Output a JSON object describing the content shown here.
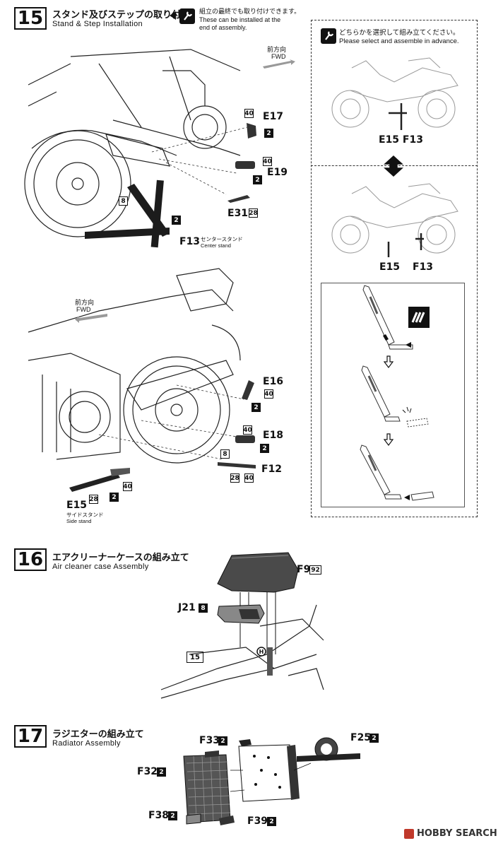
{
  "step15": {
    "number": "15",
    "title_jp": "スタンド及びステップの取り付け",
    "title_en": "Stand & Step Installation",
    "note_jp": "組立の最終でも取り付けできます。",
    "note_en_1": "These can be installed at the",
    "note_en_2": "end of assembly.",
    "fwd_jp": "前方向",
    "fwd_en": "FWD",
    "parts_top": [
      {
        "label": "E17",
        "color1": "40",
        "color2": "2"
      },
      {
        "label": "E19",
        "color1": "40",
        "color2": "2"
      },
      {
        "label": "E31",
        "color1": "28"
      },
      {
        "label": "F13",
        "color1": "8",
        "color2": "2",
        "desc_jp": "センタースタンド",
        "desc_en": "Center stand"
      }
    ],
    "parts_bottom": [
      {
        "label": "E16",
        "color1": "40",
        "color2": "2"
      },
      {
        "label": "E18",
        "color1": "40",
        "color2": "2"
      },
      {
        "label": "F12",
        "color1": "8",
        "color2": "28",
        "color3": "40"
      },
      {
        "label": "E15",
        "color1": "28",
        "color2": "2",
        "color3": "40",
        "desc_jp": "サイドスタンド",
        "desc_en": "Side stand"
      }
    ],
    "choice": {
      "note_jp": "どちらかを選択して組み立てください。",
      "note_en": "Please select and assemble in advance.",
      "option1": "E15  F13",
      "option2_a": "E15",
      "option2_b": "F13"
    }
  },
  "step16": {
    "number": "16",
    "title_jp": "エアクリーナーケースの組み立て",
    "title_en": "Air cleaner case Assembly",
    "part_f9": "F9",
    "part_f9_color": "92",
    "part_j21": "J21",
    "part_j21_color": "8",
    "ref_step": "15",
    "marker": "H"
  },
  "step17": {
    "number": "17",
    "title_jp": "ラジエターの組み立て",
    "title_en": "Radiator Assembly",
    "parts": [
      {
        "label": "F33",
        "color": "2"
      },
      {
        "label": "F25",
        "color": "2"
      },
      {
        "label": "F32",
        "color": "2"
      },
      {
        "label": "F38",
        "color": "2"
      },
      {
        "label": "F39",
        "color": "2"
      }
    ]
  },
  "footer": {
    "brand": "HOBBY SEARCH"
  }
}
